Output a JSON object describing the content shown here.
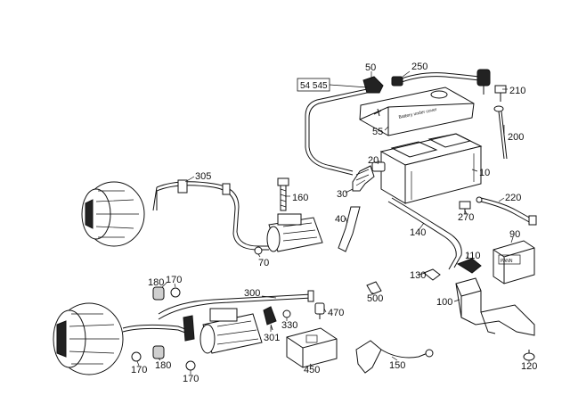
{
  "colors": {
    "ink": "#111111",
    "paper": "#ffffff",
    "shade": "#cfcfcf"
  },
  "labels": {
    "l5454": "54 545",
    "l50": "50",
    "l250": "250",
    "l210": "210",
    "l55": "55",
    "l200": "200",
    "l20": "20",
    "l10": "10",
    "l305": "305",
    "l30": "30",
    "l160": "160",
    "l40": "40",
    "l220": "220",
    "l270": "270",
    "l140": "140",
    "l90": "90",
    "l70": "70",
    "l110": "110",
    "l180a": "180",
    "l170a": "170",
    "l130": "130",
    "l300": "300",
    "l500": "500",
    "l100": "100",
    "l470": "470",
    "l330": "330",
    "l301": "301",
    "l170b": "170",
    "l180b": "180",
    "l450": "450",
    "l150": "150",
    "l120": "120",
    "l170c": "170"
  },
  "battery_lid_text": "Battery under cover",
  "relay_box_text": "PANN"
}
